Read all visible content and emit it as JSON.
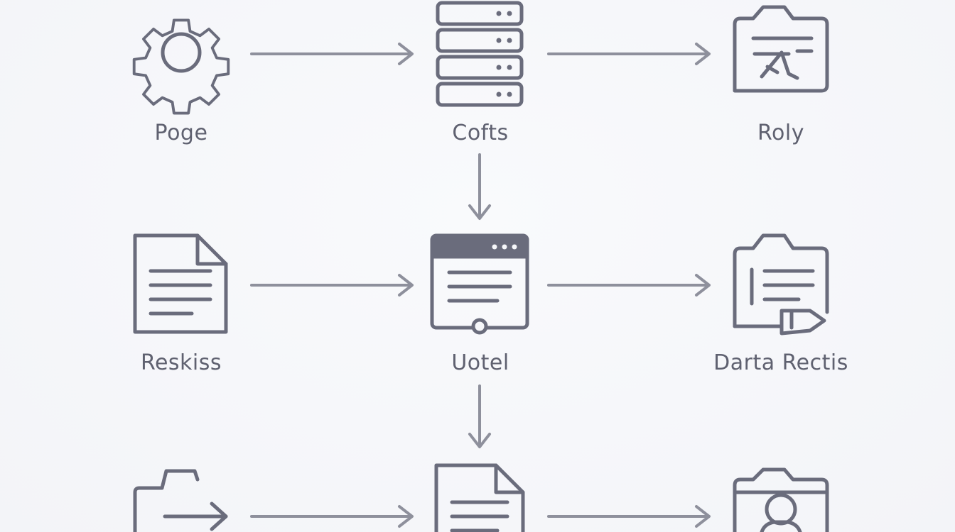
{
  "labels": {
    "pogue": "Poge",
    "cofts": "Cofts",
    "roly": "Roly",
    "reskiss": "Reskiss",
    "uotel": "Uotel",
    "darta_rectis": "Darta Rectis"
  },
  "icons": {
    "pogue": "gear-icon",
    "cofts": "server-stack-icon",
    "roly": "folder-chart-icon",
    "reskiss": "document-icon",
    "uotel": "browser-window-icon",
    "darta_rectis": "folder-document-icon",
    "bottom_left": "folder-export-icon",
    "bottom_center": "document-icon",
    "bottom_right": "folder-user-icon"
  },
  "colors": {
    "stroke": "#6a6c7c",
    "arrow": "#8e909c",
    "label": "#5f6170",
    "background": "#f6f7fa"
  }
}
